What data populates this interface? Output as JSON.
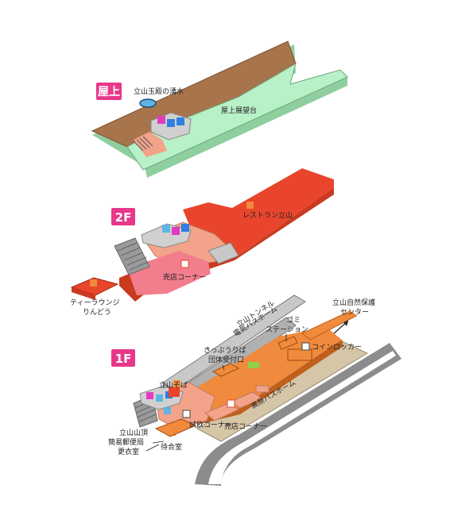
{
  "floors": {
    "rooftop": {
      "badge": "屋上",
      "labels": {
        "spring": "立山玉殿の湧水",
        "deck": "屋上展望台"
      }
    },
    "f2": {
      "badge": "2F",
      "labels": {
        "restaurant": "レストラン立山",
        "shop": "売店コーナー",
        "lounge_1": "ティーラウンジ",
        "lounge_2": "りんどう"
      }
    },
    "f1": {
      "badge": "1F",
      "labels": {
        "tunnel_1": "立山トンネル",
        "tunnel_2": "電気バスホーム",
        "nature_1": "立山自然保護",
        "nature_2": "センター",
        "garbage_1": "ゴミ",
        "garbage_2": "ステーション",
        "locker": "コインロッカー",
        "ticket_1": "きっぷうりば",
        "ticket_2": "団体受付口",
        "soba": "立山そば",
        "highland_bus": "高原バスホーム",
        "tasting": "試飲コーナー",
        "shop": "売店コーナー",
        "post_1": "立山山頂",
        "post_2": "簡易郵便局",
        "changing": "更衣室",
        "waiting": "待合室"
      }
    }
  },
  "colors": {
    "badge": "#e8378c",
    "roof_floor": "#9c6b4a",
    "roof_deck": "#b8f0c8",
    "red": "#e8452c",
    "salmon": "#f2a389",
    "pink": "#f27d8c",
    "orange": "#f08a3c",
    "grey": "#c8c8c8",
    "dark_grey": "#8c8c8c",
    "beige": "#d6c6a8"
  }
}
